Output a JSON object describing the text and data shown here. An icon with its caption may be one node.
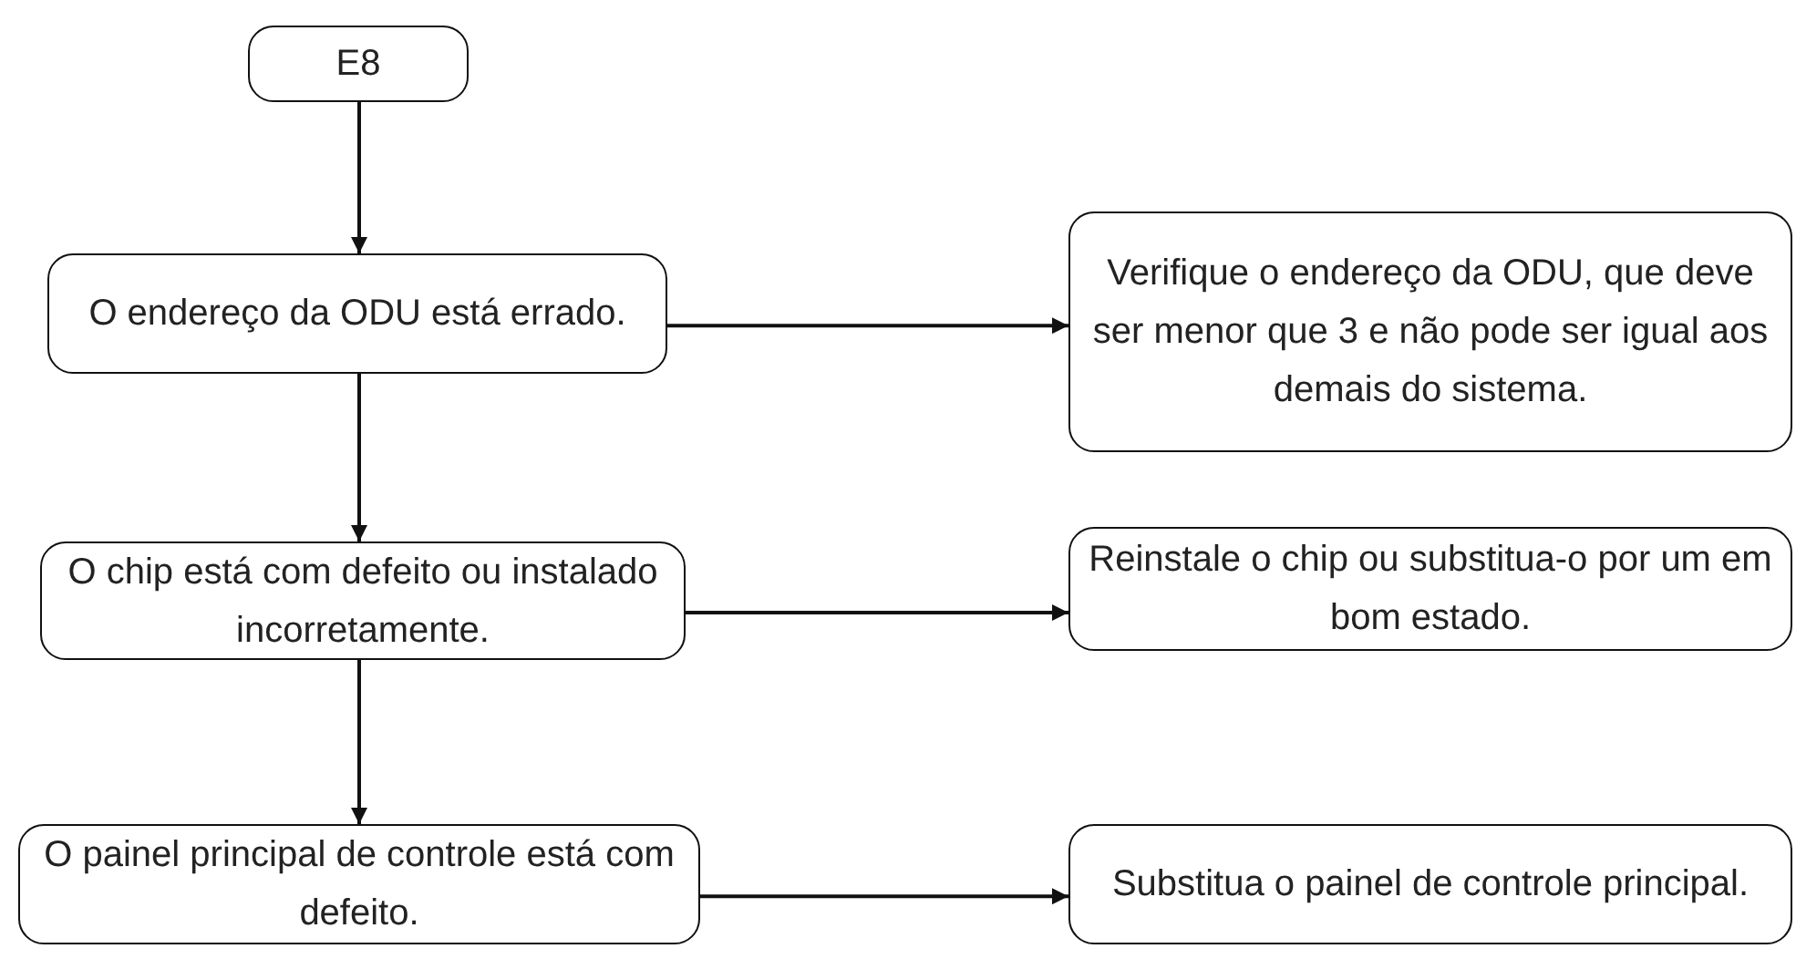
{
  "diagram": {
    "nodes": [
      {
        "text": [
          "E8"
        ]
      },
      {
        "text": [
          "O endereço da ODU está errado."
        ]
      },
      {
        "text": [
          "Verifique o endereço da ODU, que deve ser menor que 3 e não pode ser igual aos demais do sistema."
        ]
      },
      {
        "text": [
          "O chip está com defeito ou instalado incorretamente."
        ]
      },
      {
        "text": [
          "Reinstale o chip ou substitua-o por um em bom estado."
        ]
      },
      {
        "text": [
          "O painel principal de controle está com defeito."
        ]
      },
      {
        "text": [
          "Substitua o painel de controle principal."
        ]
      }
    ],
    "edges": [
      {
        "from": 0,
        "to": 1,
        "arrow": "to"
      },
      {
        "from": 1,
        "to": 2,
        "arrow": "to"
      },
      {
        "from": 1,
        "to": 3,
        "arrow": "to"
      },
      {
        "from": 3,
        "to": 4,
        "arrow": "to"
      },
      {
        "from": 3,
        "to": 5,
        "arrow": "to"
      },
      {
        "from": 5,
        "to": 6,
        "arrow": "to"
      }
    ]
  }
}
